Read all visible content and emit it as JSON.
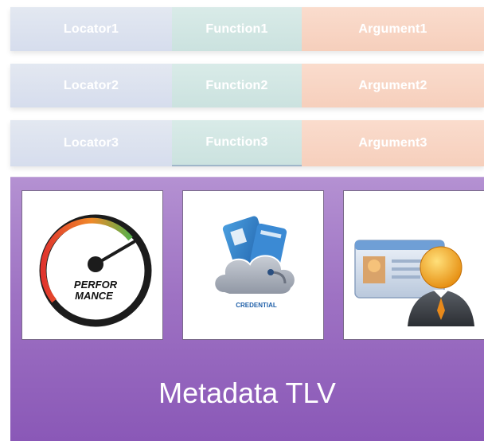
{
  "rows": [
    {
      "locator": "Locator1",
      "function": "Function1",
      "argument": "Argument1"
    },
    {
      "locator": "Locator2",
      "function": "Function2",
      "argument": "Argument2"
    },
    {
      "locator": "Locator3",
      "function": "Function3",
      "argument": "Argument3"
    }
  ],
  "metadata": {
    "title": "Metadata TLV",
    "cards": [
      {
        "icon": "performance-gauge-icon",
        "text_line1": "PERFOR",
        "text_line2": "MANCE"
      },
      {
        "icon": "credential-cloud-icon",
        "text": "CREDENTIAL"
      },
      {
        "icon": "user-id-card-icon"
      }
    ]
  },
  "colors": {
    "locator_bg": "#d6dded",
    "function_bg": "#cbe2df",
    "argument_bg": "#f6cfbc",
    "metadata_bg": "#9e72c3"
  }
}
